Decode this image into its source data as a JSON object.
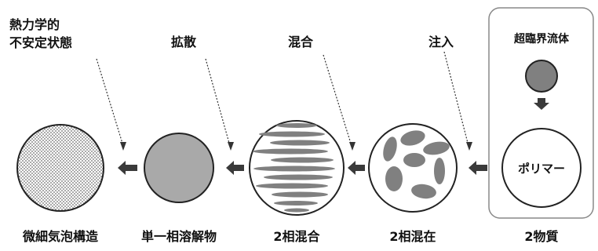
{
  "stages": [
    {
      "id": "microcellular",
      "label": "微細気泡構造"
    },
    {
      "id": "single_phase",
      "label": "単一相溶解物"
    },
    {
      "id": "two_phase_mixed",
      "label": "2相混合"
    },
    {
      "id": "two_phase_coexist",
      "label": "2相混在"
    },
    {
      "id": "two_substances",
      "label": "2物質"
    }
  ],
  "callouts": {
    "unstable_line1": "熱力学的",
    "unstable_line2": "不安定状態",
    "diffusion": "拡散",
    "mixing": "混合",
    "injection": "注入"
  },
  "inputs": {
    "supercritical_fluid": "超臨界流体",
    "polymer": "ポリマー"
  },
  "colors": {
    "fill_gray": "#a9a9a9",
    "blob_gray": "#808080",
    "arrow": "#3a3a3a",
    "outline": "#222222",
    "box_border": "#888888"
  }
}
